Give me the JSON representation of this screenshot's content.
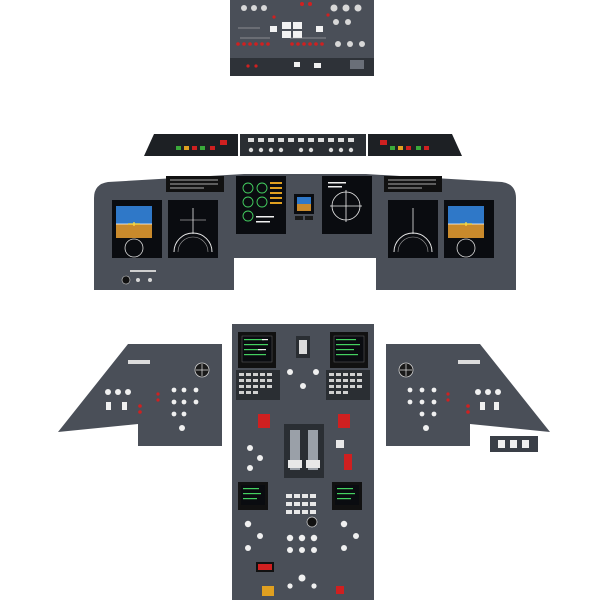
{
  "colors": {
    "page_bg": "#ffffff",
    "panel": "#4a4f58",
    "panel_dark": "#2e3238",
    "glareshield": "#1d2024",
    "screen_bg": "#0a0c10",
    "sky": "#2f78c8",
    "ground": "#c98a2c",
    "caution_amber": "#e0a020",
    "warning_red": "#d02020",
    "ok_green": "#3aaa3a",
    "display_green": "#44d060",
    "display_white": "#f0f0f0"
  },
  "panels": [
    {
      "name": "overhead-panel",
      "icon": "overhead-panel-icon"
    },
    {
      "name": "glareshield-panel",
      "icon": "glareshield-icon"
    },
    {
      "name": "main-instrument-panel",
      "icon": "instrument-panel-icon"
    },
    {
      "name": "left-side-console",
      "icon": "side-console-icon"
    },
    {
      "name": "center-pedestal",
      "icon": "pedestal-icon"
    },
    {
      "name": "right-side-console",
      "icon": "side-console-icon"
    }
  ],
  "displays": [
    {
      "name": "captain-pfd",
      "icon": "primary-flight-display-icon"
    },
    {
      "name": "captain-mfd",
      "icon": "multifunction-display-icon"
    },
    {
      "name": "eicas-display",
      "icon": "engine-display-icon"
    },
    {
      "name": "standby-attitude",
      "icon": "attitude-indicator-icon"
    },
    {
      "name": "copilot-mfd",
      "icon": "multifunction-display-icon"
    },
    {
      "name": "copilot-pfd",
      "icon": "primary-flight-display-icon"
    }
  ]
}
